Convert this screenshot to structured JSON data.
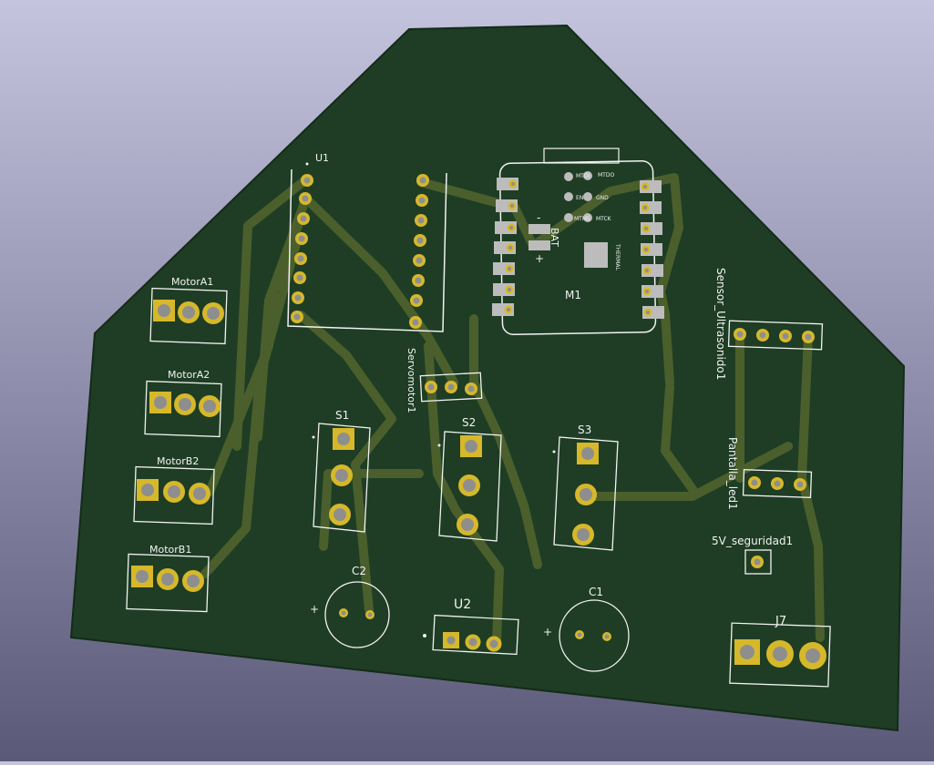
{
  "board": {
    "colors": {
      "substrate": "#1e3d24",
      "trace": "#4a5f2c",
      "pad_gold": "#d6b82a",
      "hole": "#8e8e8e",
      "silk": "#f2f2f2"
    },
    "labels": {
      "u1": "U1",
      "m1": "M1",
      "bat": "BAT",
      "thermal": "THERMAL",
      "pin_mtdi": "MTDI",
      "pin_mtdo": "MTDO",
      "pin_en": "EN",
      "pin_gnd": "GND",
      "pin_mtms": "MTMS",
      "pin_mtck": "MTCK",
      "minus": "-",
      "plus": "+",
      "motor_a1": "MotorA1",
      "motor_a2": "MotorA2",
      "motor_b2": "MotorB2",
      "motor_b1": "MotorB1",
      "servomotor1": "Servomotor1",
      "s1": "S1",
      "s2": "S2",
      "s3": "S3",
      "sensor_ultrasonido1": "Sensor_Ultrasonido1",
      "pantalla_led1": "Pantalla_led1",
      "seguridad_5v": "5V_seguridad1",
      "c2": "C2",
      "c1": "C1",
      "c2_plus": "+",
      "c1_plus": "+",
      "u2": "U2",
      "j7": "J7"
    }
  }
}
